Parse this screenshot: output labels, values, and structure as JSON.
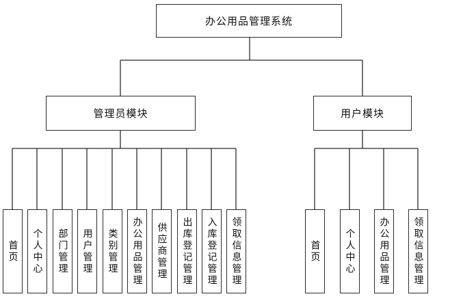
{
  "diagram": {
    "root": {
      "label": "办公用品管理系统"
    },
    "branches": [
      {
        "label": "管理员模块",
        "children": [
          "首页",
          "个人中心",
          "部门管理",
          "用户管理",
          "类别管理",
          "办公用品管理",
          "供应商管理",
          "出库登记管理",
          "入库登记管理",
          "领取信息管理"
        ]
      },
      {
        "label": "用户模块",
        "children": [
          "首页",
          "个人中心",
          "办公用品管理",
          "领取信息管理"
        ]
      }
    ]
  }
}
